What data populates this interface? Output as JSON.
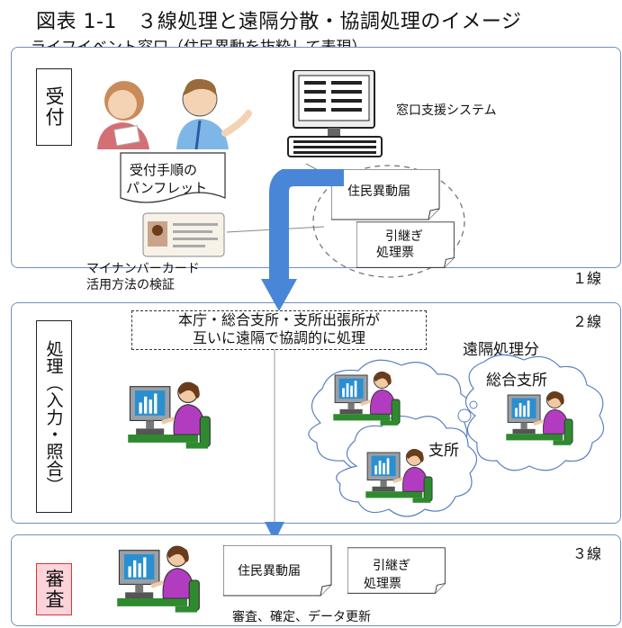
{
  "title": "図表 1-1　３線処理と遠隔分散・協調処理のイメージ",
  "subtitle": "ライフイベント窓口（住民異動を抜粋して表現）",
  "sections": {
    "reception": {
      "label": "受付",
      "window_system": "窓口支援システム",
      "pamphlet": [
        "受付手順の",
        "パンフレット"
      ],
      "mynumber": [
        "マイナンバーカード",
        "活用方法の検証"
      ],
      "doc1": "住民異動届",
      "doc2": [
        "引継ぎ",
        "処理票"
      ],
      "line": "１線"
    },
    "processing": {
      "label": "処理（入力・照合）",
      "note": [
        "本庁・総合支所・支所出張所が",
        "互いに遠隔で協調的に処理"
      ],
      "remote": "遠隔処理分",
      "general_branch": "総合支所",
      "branch": "支所",
      "line": "２線"
    },
    "review": {
      "label": "審査",
      "doc1": "住民異動届",
      "doc2": [
        "引継ぎ",
        "処理票"
      ],
      "caption": "審査、確定、データ更新",
      "line": "３線"
    }
  },
  "colors": {
    "section_border": "#6f8fbf",
    "arrow": "#4a86d8",
    "review_label_fill": "#fbd3da",
    "review_label_border": "#dd3333",
    "cloud_border": "#5a7fc0",
    "person_shirt": "#b23cc0",
    "monitor_screen": "#2a8fd0"
  }
}
